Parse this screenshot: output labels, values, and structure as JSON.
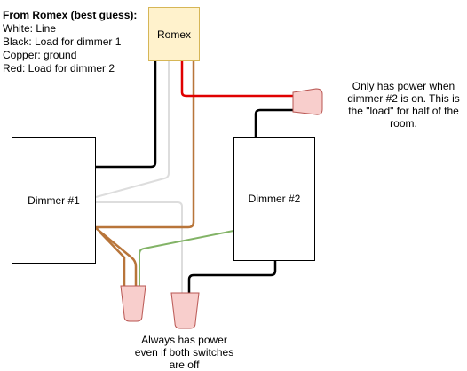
{
  "legend": {
    "title": "From Romex (best guess):",
    "lines": [
      "White: Line",
      "Black: Load for dimmer 1",
      "Copper: ground",
      "Red: Load for dimmer 2"
    ]
  },
  "boxes": {
    "romex": "Romex",
    "dimmer1": "Dimmer #1",
    "dimmer2": "Dimmer #2"
  },
  "notes": {
    "right": "Only has power when dimmer #2 is on. This is the \"load\" for half of the room.",
    "bottom": "Always has power even if both switches are off"
  },
  "colors": {
    "black": "#000000",
    "red": "#e00000",
    "copper": "#b8753a",
    "white_wire": "#dddddd",
    "green": "#82b366",
    "nut_fill": "#f8cecc",
    "nut_stroke": "#b85450",
    "romex_fill": "#fff2cc"
  }
}
